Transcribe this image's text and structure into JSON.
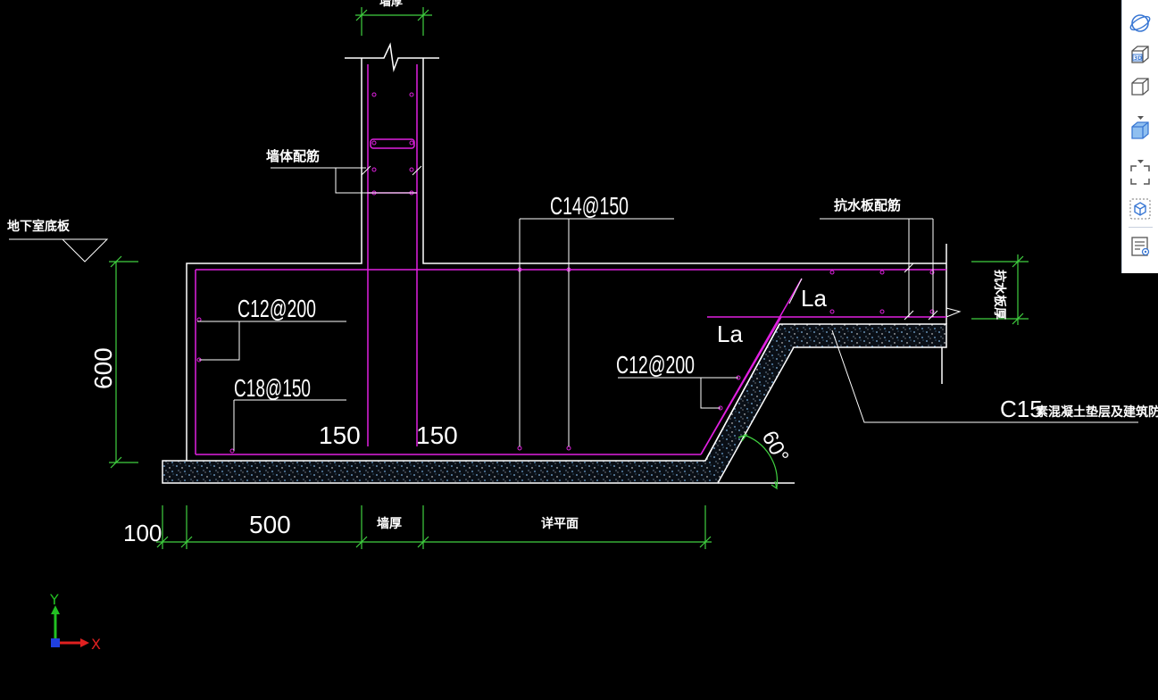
{
  "drawing": {
    "labels": {
      "wall_top": "墙厚",
      "wall_rebar": "墙体配筋",
      "basement_floor": "地下室底板",
      "anti_water_rebar": "抗水板配筋",
      "anti_water_thickness": "抗水板厚",
      "c15_note_code": "C15",
      "c15_note_text": "素混凝土垫层及建筑防水",
      "wall_thickness_bottom": "墙厚",
      "see_plan": "详平面"
    },
    "rebar": {
      "c14": "C14@150",
      "c12_left": "C12@200",
      "c18": "C18@150",
      "c12_slope": "C12@200",
      "la_upper": "La",
      "la_lower": "La"
    },
    "dimensions": {
      "height": "600",
      "left_150": "150",
      "right_150": "150",
      "d100": "100",
      "d500": "500",
      "angle": "60°"
    },
    "colors": {
      "background": "#000000",
      "lines": "#ffffff",
      "rebar": "#e020e0",
      "dimension": "#40d040",
      "concrete_dots": "#6fa8d8"
    }
  },
  "toolbar": {
    "items": [
      "orbit-icon",
      "3d-view-icon",
      "cube-wire-icon",
      "cube-solid-icon",
      "zoom-extent-icon",
      "view-cube-icon",
      "properties-icon"
    ]
  },
  "axis": {
    "y": "Y",
    "x": "X"
  }
}
